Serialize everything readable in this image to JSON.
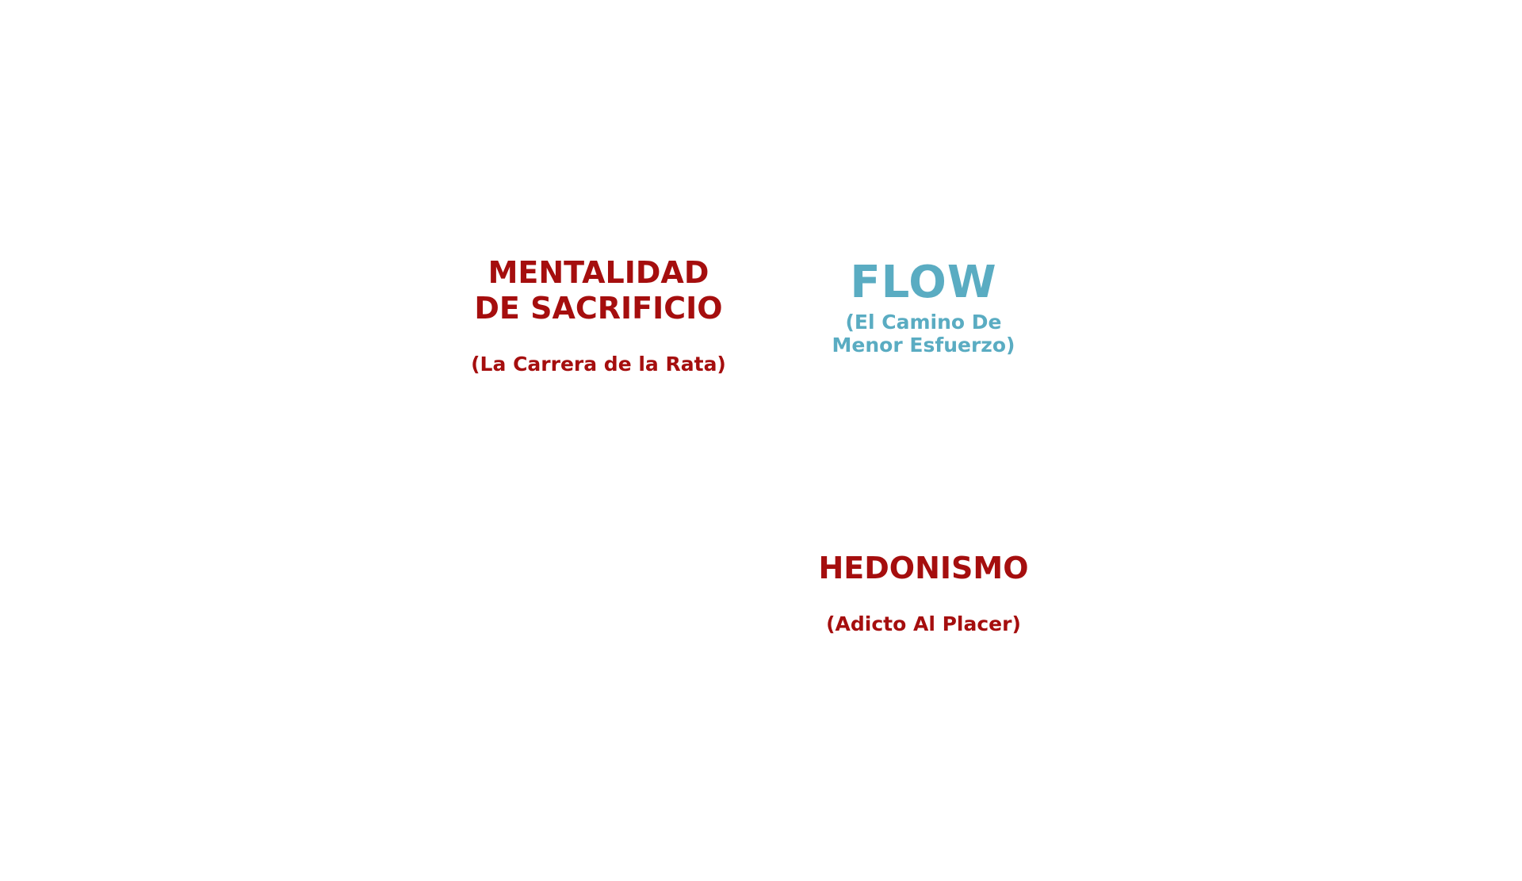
{
  "colors": {
    "background": "#ffffff",
    "red_text": "#a50e0e",
    "teal_text": "#5aacc2"
  },
  "quadrants": {
    "sacrificio": {
      "title_lines": [
        "MENTALIDAD",
        "DE SACRIFICIO"
      ],
      "subtitle": "(La Carrera de la Rata)"
    },
    "flow": {
      "title": "FLOW",
      "subtitle_lines": [
        "(El Camino De",
        "Menor Esfuerzo)"
      ]
    },
    "hedonismo": {
      "title": "HEDONISMO",
      "subtitle": "(Adicto Al Placer)"
    }
  }
}
